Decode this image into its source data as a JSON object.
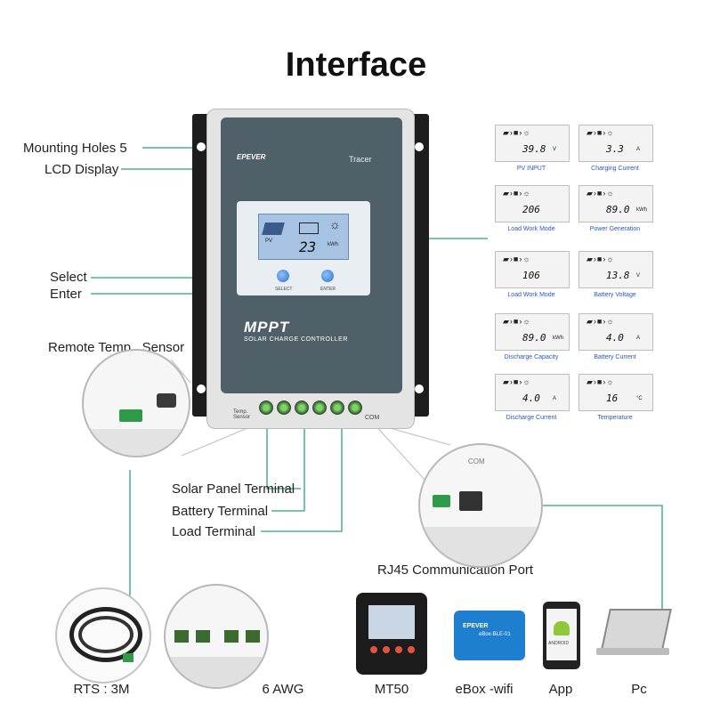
{
  "title": "Interface",
  "callouts": {
    "mounting_holes": "Mounting Holes  5",
    "lcd_display": "LCD Display",
    "select": "Select",
    "enter": "Enter",
    "remote_temp_sensor": "Remote Temp . Sensor",
    "solar_panel_terminal": "Solar Panel Terminal",
    "battery_terminal": "Battery Terminal",
    "load_terminal": "Load Terminal",
    "rj45_port": "RJ45 Communication Port"
  },
  "controller": {
    "brand": "EPEVER",
    "model": "Tracer",
    "lcd_value": "23",
    "lcd_unit": "kWh",
    "lcd_pv": "PV",
    "select_label": "SELECT",
    "enter_label": "ENTER",
    "mppt": "MPPT",
    "mppt_sub": "SOLAR CHARGE CONTROLLER",
    "temp_sensor_label": "Temp. Sensor",
    "com_label": "COM"
  },
  "lcd_screens": [
    {
      "value": "39.8",
      "unit": "V",
      "caption": "PV  INPUT"
    },
    {
      "value": "3.3",
      "unit": "A",
      "caption": "Charging  Current"
    },
    {
      "value": "206",
      "unit": "",
      "caption": "Load  Work  Mode"
    },
    {
      "value": "89.0",
      "unit": "kWh",
      "caption": "Power  Generation"
    },
    {
      "value": "106",
      "unit": "",
      "caption": "Load  Work  Mode"
    },
    {
      "value": "13.8",
      "unit": "V",
      "caption": "Battery  Voltage"
    },
    {
      "value": "89.0",
      "unit": "kWh",
      "caption": "Discharge  Capacity"
    },
    {
      "value": "4.0",
      "unit": "A",
      "caption": "Battery  Current"
    },
    {
      "value": "4.0",
      "unit": "A",
      "caption": "Discharge  Current"
    },
    {
      "value": "16",
      "unit": "°C",
      "caption": "Temperature"
    }
  ],
  "circle_labels": {
    "com": "COM"
  },
  "accessories": {
    "rts": "RTS : 3M",
    "awg": "6 AWG",
    "mt50": "MT50",
    "ebox": "eBox -wifi",
    "app": "App",
    "pc": "Pc",
    "ebox_brand": "EPEVER",
    "ebox_model": "eBox-BLE-01",
    "app_text": "ANDROID"
  },
  "colors": {
    "leader_line": "#2aa57a",
    "face": "#4f6068",
    "thumb_caption": "#2a55c8"
  }
}
